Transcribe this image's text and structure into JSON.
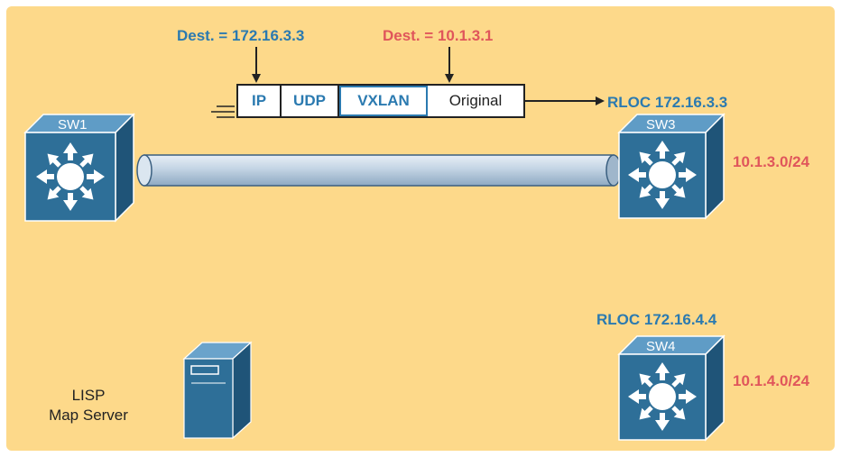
{
  "labels": {
    "dest_ip": "Dest. = 172.16.3.3",
    "dest_original": "Dest. = 10.1.3.1",
    "rloc_sw3": "RLOC 172.16.3.3",
    "rloc_sw4": "RLOC 172.16.4.4",
    "subnet_sw3": "10.1.3.0/24",
    "subnet_sw4": "10.1.4.0/24",
    "map_server_line1": "LISP",
    "map_server_line2": "Map Server"
  },
  "packet": {
    "fields": [
      "IP",
      "UDP",
      "VXLAN",
      "Original"
    ]
  },
  "switches": {
    "sw1": "SW1",
    "sw3": "SW3",
    "sw4": "SW4"
  },
  "colors": {
    "background": "#fdd98a",
    "label_blue": "#2b7ab0",
    "label_red": "#e0565b",
    "switch_fill": "#2e6f98",
    "tunnel": "#c3d4e4"
  },
  "icons": [
    "layer3-switch-icon",
    "server-icon",
    "tunnel-icon",
    "arrow-icon"
  ]
}
